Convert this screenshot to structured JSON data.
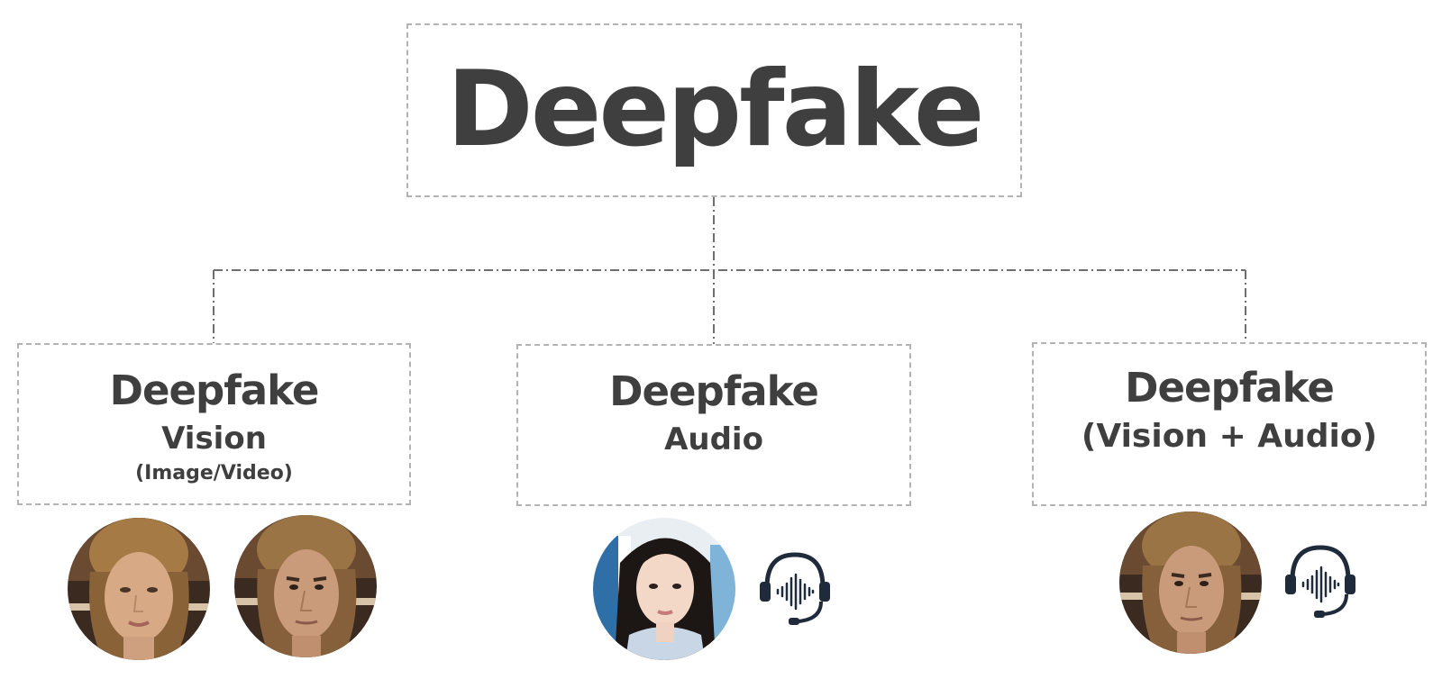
{
  "root": {
    "title": "Deepfake"
  },
  "categories": [
    {
      "title": "Deepfake",
      "subtitle": "Vision",
      "detail": "(Image/Video)"
    },
    {
      "title": "Deepfake",
      "subtitle": "Audio"
    },
    {
      "title": "Deepfake",
      "subtitle": "(Vision + Audio)"
    }
  ],
  "icons": {
    "vision": [
      "face-portrait-icon",
      "face-portrait-icon"
    ],
    "audio": [
      "face-portrait-icon",
      "headset-waveform-icon"
    ],
    "combo": [
      "face-portrait-icon",
      "headset-waveform-icon"
    ]
  },
  "colors": {
    "text": "#3f3f3f",
    "border": "#b3b3b3",
    "connector": "#6e6e6e",
    "icon": "#1f2a3a"
  }
}
